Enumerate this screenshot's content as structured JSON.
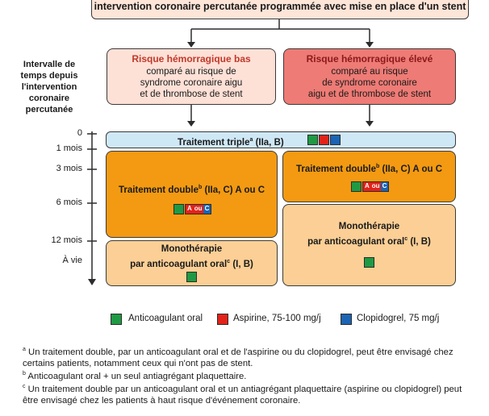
{
  "header": {
    "title": "intervention coronaire percutanée programmée avec mise en place d'un stent"
  },
  "axis": {
    "title_lines": [
      "Intervalle de",
      "temps depuis",
      "l'intervention",
      "coronaire",
      "percutanée"
    ],
    "ticks": [
      "0",
      "1 mois",
      "3 mois",
      "6 mois",
      "12 mois",
      "À vie"
    ]
  },
  "risk_low": {
    "title": "Risque hémorragique bas",
    "lines": [
      "comparé au risque de",
      "syndrome coronaire aigu",
      "et de thrombose de stent"
    ]
  },
  "risk_high": {
    "title": "Risque hémorragique élevé",
    "lines": [
      "comparé au risque",
      "de syndrome coronaire",
      "aigu et de thrombose de stent"
    ]
  },
  "treatments": {
    "triple": {
      "main": "Traitement triple",
      "sup": "a",
      "suffix": " (IIa, B)"
    },
    "double_left": {
      "main": "Traitement double",
      "sup": "b",
      "suffix": " (IIa, C) A ou C"
    },
    "double_right": {
      "main": "Traitement double",
      "sup": "b",
      "suffix": " (IIa, C) A ou C"
    },
    "mono_left": {
      "line1": "Monothérapie",
      "line2_main": "par anticoagulant oral",
      "sup": "c",
      "line2_suffix": " (I, B)"
    },
    "mono_right": {
      "line1": "Monothérapie",
      "line2_main": "par anticoagulant oral",
      "sup": "c",
      "line2_suffix": " (I, B)"
    },
    "a_ou_c": {
      "a": "A",
      "ou": "ou",
      "c": "C"
    }
  },
  "legend": {
    "items": [
      {
        "label": "Anticoagulant oral",
        "color": "#1f9a43"
      },
      {
        "label": "Aspirine, 75-100 mg/j",
        "color": "#e2231a"
      },
      {
        "label": "Clopidogrel, 75 mg/j",
        "color": "#1c64b4"
      }
    ]
  },
  "footnotes": {
    "a_mark": "a",
    "a_text": " Un traitement double, par un anticoagulant oral et de l'aspirine ou du clopidogrel, peut être envisagé chez certains patients, notamment ceux qui n'ont pas de stent.",
    "b_mark": "b",
    "b_text": " Anticoagulant oral + un seul antiagrégant plaquettaire.",
    "c_mark": "c",
    "c_text": " Un traitement double par un anticoagulant oral et un antiagrégant plaquettaire (aspirine ou clopidogrel) peut être envisagé chez les patients à haut risque d'événement coronaire."
  }
}
